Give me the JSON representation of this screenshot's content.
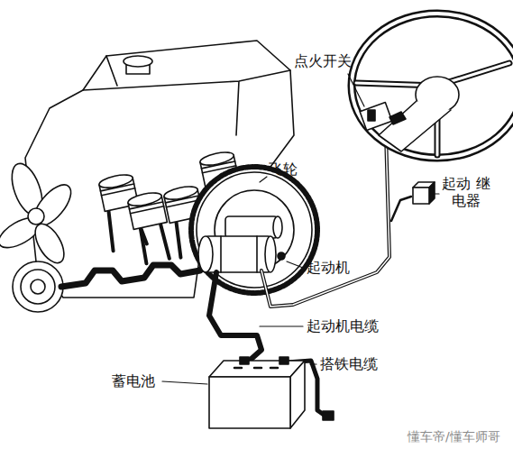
{
  "diagram": {
    "labels": [
      "点火开关",
      "飞轮",
      "起动 继电器",
      "起动机",
      "起动机电缆",
      "搭铁电缆",
      "蓄电池",
      "懂车帝/懂车师哥"
    ]
  }
}
